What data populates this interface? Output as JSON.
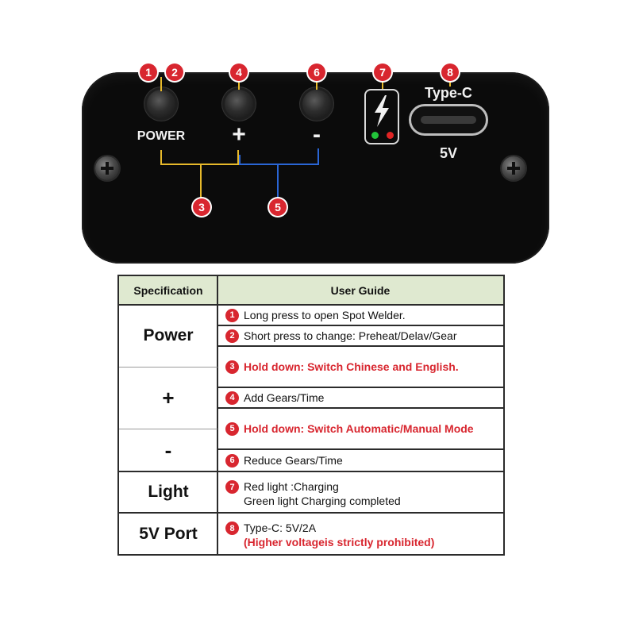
{
  "panel": {
    "labels": {
      "power": "POWER",
      "plus": "+",
      "minus": "-",
      "type_c": "Type-C",
      "voltage": "5V"
    },
    "lightning_icon": "lightning-icon",
    "led_colors": {
      "green": "#22c43a",
      "red": "#e02424"
    }
  },
  "badges": [
    "1",
    "2",
    "3",
    "4",
    "5",
    "6",
    "7",
    "8"
  ],
  "table": {
    "headers": {
      "specification": "Specification",
      "user_guide": "User Guide"
    },
    "specs": {
      "power": "Power",
      "plus": "+",
      "minus": "-",
      "light": "Light",
      "port": "5V Port"
    },
    "guide": {
      "g1": {
        "num": "1",
        "text": "Long press to open Spot Welder."
      },
      "g2": {
        "num": "2",
        "text": "Short press to change: Preheat/Delav/Gear"
      },
      "g3": {
        "num": "3",
        "text": "Hold down: Switch Chinese and English."
      },
      "g4": {
        "num": "4",
        "text": "Add Gears/Time"
      },
      "g5": {
        "num": "5",
        "text": "Hold down: Switch Automatic/Manual Mode"
      },
      "g6": {
        "num": "6",
        "text": "Reduce Gears/Time"
      },
      "g7": {
        "num": "7",
        "line1": "Red light :Charging",
        "line2": "Green light Charging completed"
      },
      "g8": {
        "num": "8",
        "line1": "Type-C: 5V/2A",
        "line2": "(Higher voltageis strictly prohibited)"
      }
    }
  },
  "colors": {
    "badge_red": "#d8262f",
    "header_green": "#dfe9d0",
    "bracket_yellow": "#e7b92b",
    "bracket_blue": "#2a66d6"
  }
}
